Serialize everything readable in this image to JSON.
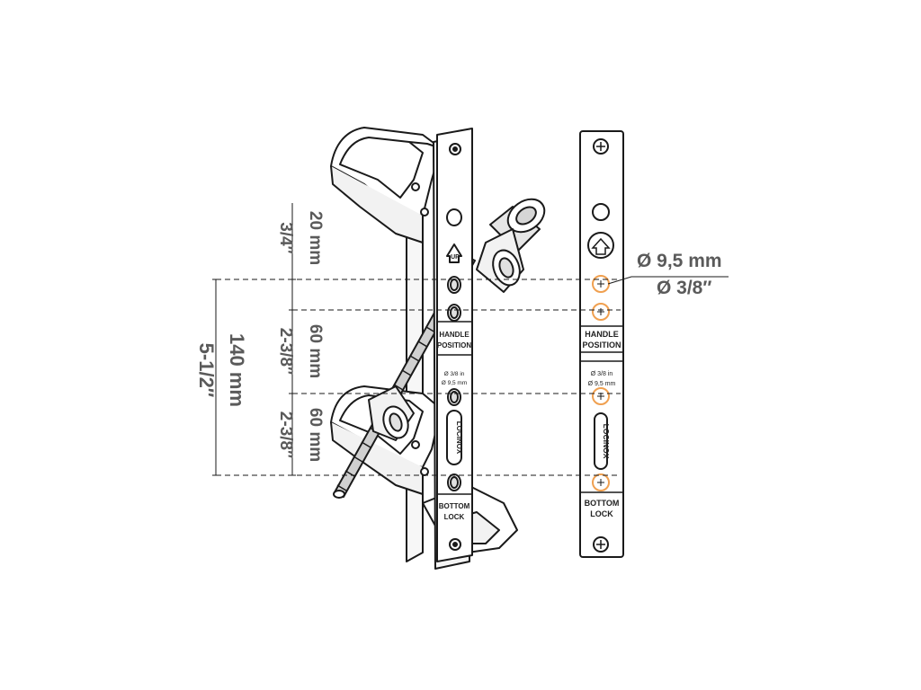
{
  "dimensions": {
    "top_mm": "20 mm",
    "top_in": "3/4″",
    "mid_mm": "60 mm",
    "mid_in": "2-3/8″",
    "low_mm": "60 mm",
    "low_in": "2-3/8″",
    "total_mm": "140 mm",
    "total_in": "5-1/2″"
  },
  "hole": {
    "diameter_mm": "Ø 9,5 mm",
    "diameter_in": "Ø 3/8″"
  },
  "plate_labels": {
    "up": "UP",
    "handle_1": "HANDLE",
    "handle_2": "POSITION",
    "hole_in": "Ø 3/8 in",
    "hole_mm": "Ø 9,5 mm",
    "brand": "LOCINOX",
    "bottom_1": "BOTTOM",
    "bottom_2": "LOCK"
  },
  "colors": {
    "line": "#1a1a1a",
    "dimension": "#5a5a5a",
    "hole_highlight": "#f0a050"
  }
}
